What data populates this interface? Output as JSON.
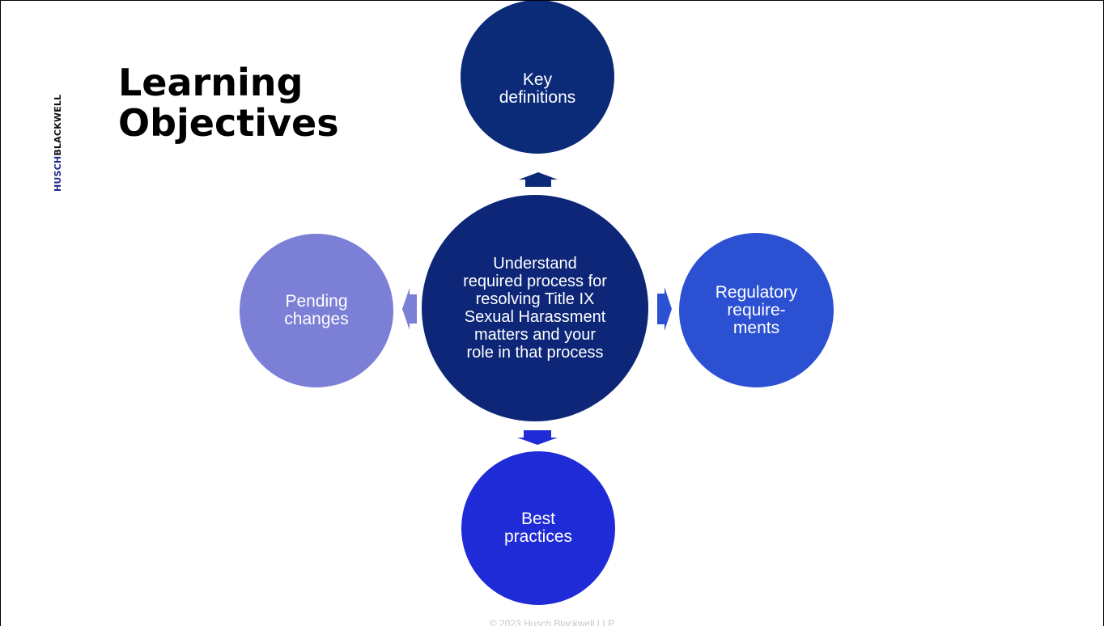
{
  "logo": {
    "part1": "HUSCH",
    "part2": "BLACKWELL"
  },
  "title": {
    "line1": "Learning",
    "line2": "Objectives"
  },
  "diagram": {
    "center": {
      "text": "Understand required process for resolving Title IX Sexual Harassment matters and your role in that process",
      "color": "#0d2677"
    },
    "top": {
      "line1": "Key",
      "line2": "definitions",
      "color": "#0b2a78"
    },
    "right": {
      "line1": "Regulatory",
      "line2": "require-",
      "line3": "ments",
      "color": "#2b50d2"
    },
    "bottom": {
      "line1": "Best",
      "line2": "practices",
      "color": "#1f2bd6"
    },
    "left": {
      "line1": "Pending",
      "line2": "changes",
      "color": "#7b7fd6"
    }
  },
  "footer": {
    "text": "© 2023 Husch Blackwell LLP"
  }
}
